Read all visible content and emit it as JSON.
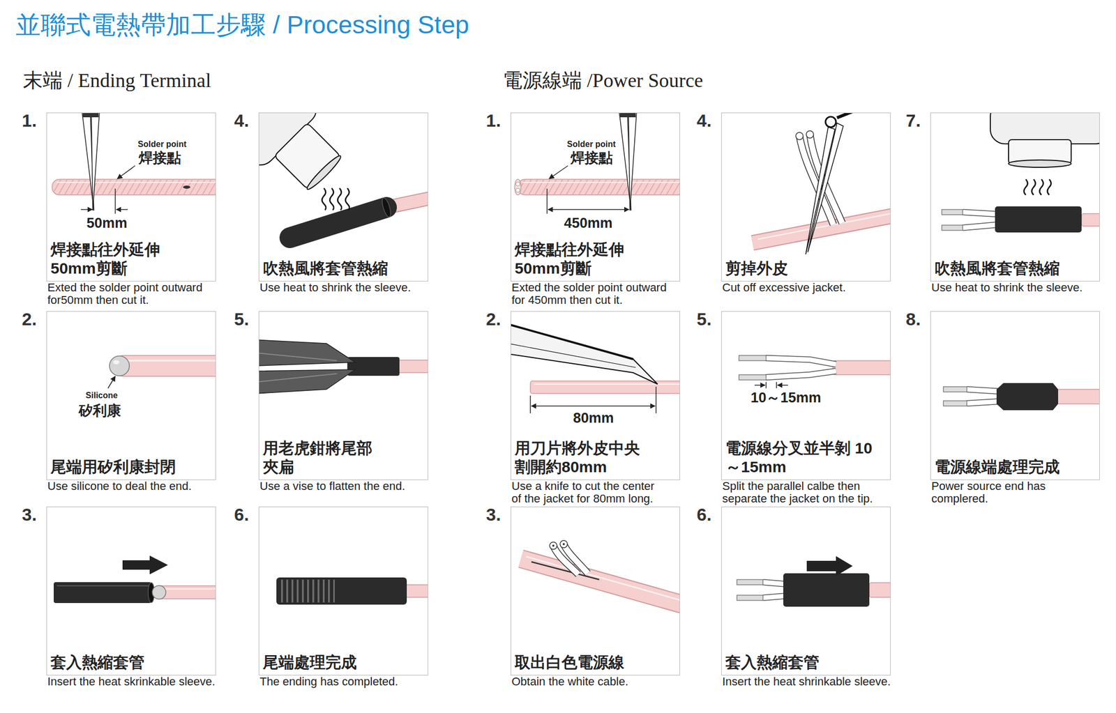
{
  "diagram": {
    "title": "並聯式電熱帶加工步驟 / Processing Step",
    "nodes": [
      {
        "text": [
          "1.",
          "焊接點往外延伸 50mm剪斷",
          "Exted the solder point outward for50mm then cut it."
        ]
      },
      {
        "text": [
          "2.",
          "尾端用矽利康封閉",
          "Use silicone to deal the end."
        ]
      },
      {
        "text": [
          "3.",
          "套入熱縮套管",
          "Insert the heat skrinkable sleeve."
        ]
      },
      {
        "text": [
          "4.",
          "吹熱風將套管熱縮",
          "Use heat to shrink the sleeve."
        ]
      },
      {
        "text": [
          "5.",
          "用老虎鉗將尾部 夾扁",
          "Use a vise to flatten the end."
        ]
      },
      {
        "text": [
          "6.",
          "尾端處理完成",
          "The ending has completed."
        ]
      },
      {
        "text": [
          "1.",
          "焊接點往外延伸 50mm剪斷",
          "Exted the solder point outward for 450mm then cut it."
        ]
      },
      {
        "text": [
          "2.",
          "用刀片將外皮中央 割開約80mm",
          "Use a knife to cut the center of the jacket for 80mm long."
        ]
      },
      {
        "text": [
          "3.",
          "取出白色電源線",
          "Obtain the white cable."
        ]
      },
      {
        "text": [
          "4.",
          "剪掉外皮",
          "Cut off excessive jacket."
        ]
      },
      {
        "text": [
          "5.",
          "電源線分叉並半剝 10～15mm",
          "Split the parallel calbe then separate the jacket on the tip."
        ]
      },
      {
        "text": [
          "6.",
          "套入熱縮套管",
          "Insert the heat shrinkable sleeve."
        ]
      },
      {
        "text": [
          "7.",
          "吹熱風將套管熱縮",
          "Use heat to shrink the sleeve."
        ]
      },
      {
        "text": [
          "8.",
          "電源線端處理完成",
          "Power source end has complered."
        ]
      }
    ],
    "labels": [
      "末端 / Ending Terminal",
      "電源線端 /Power Source",
      "Solder point",
      "焊接點",
      "50mm",
      "Silicone",
      "矽利康",
      "Solder point",
      "焊接點",
      "450mm",
      "80mm",
      "10～15mm"
    ]
  }
}
